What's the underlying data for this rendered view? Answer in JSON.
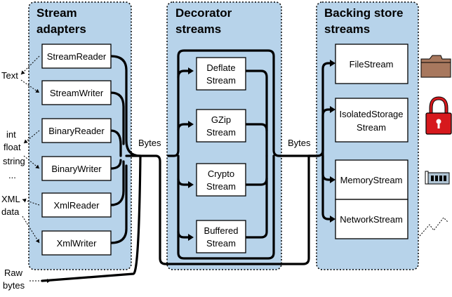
{
  "columns": {
    "adapters": {
      "title_line1": "Stream",
      "title_line2": "adapters"
    },
    "decorators": {
      "title_line1": "Decorator",
      "title_line2": "streams"
    },
    "backing": {
      "title_line1": "Backing store",
      "title_line2": "streams"
    }
  },
  "adapters": {
    "stream_reader": "StreamReader",
    "stream_writer": "StreamWriter",
    "binary_reader": "BinaryReader",
    "binary_writer": "BinaryWriter",
    "xml_reader": "XmlReader",
    "xml_writer": "XmlWriter"
  },
  "decorators": {
    "deflate": [
      "Deflate",
      "Stream"
    ],
    "gzip": [
      "GZip",
      "Stream"
    ],
    "crypto": [
      "Crypto",
      "Stream"
    ],
    "buffered": [
      "Buffered",
      "Stream"
    ]
  },
  "backing": {
    "file": "FileStream",
    "isolated": [
      "IsolatedStorage",
      "Stream"
    ],
    "memory": "MemoryStream",
    "network": "NetworkStream"
  },
  "side_labels": {
    "text": "Text",
    "primitives": [
      "int",
      "float",
      "string",
      "..."
    ],
    "xml": [
      "XML",
      "data"
    ],
    "raw": [
      "Raw",
      "bytes"
    ]
  },
  "flow_labels": {
    "bytes_left": "Bytes",
    "bytes_right": "Bytes"
  },
  "icons": [
    "folder-icon",
    "padlock-icon",
    "memory-chip-icon",
    "network-lightning-icon"
  ],
  "colors": {
    "panel": "#b7d3ea",
    "folder": "#a8785e",
    "padlock": "#d6191d",
    "chip": "#b0c4d4"
  }
}
